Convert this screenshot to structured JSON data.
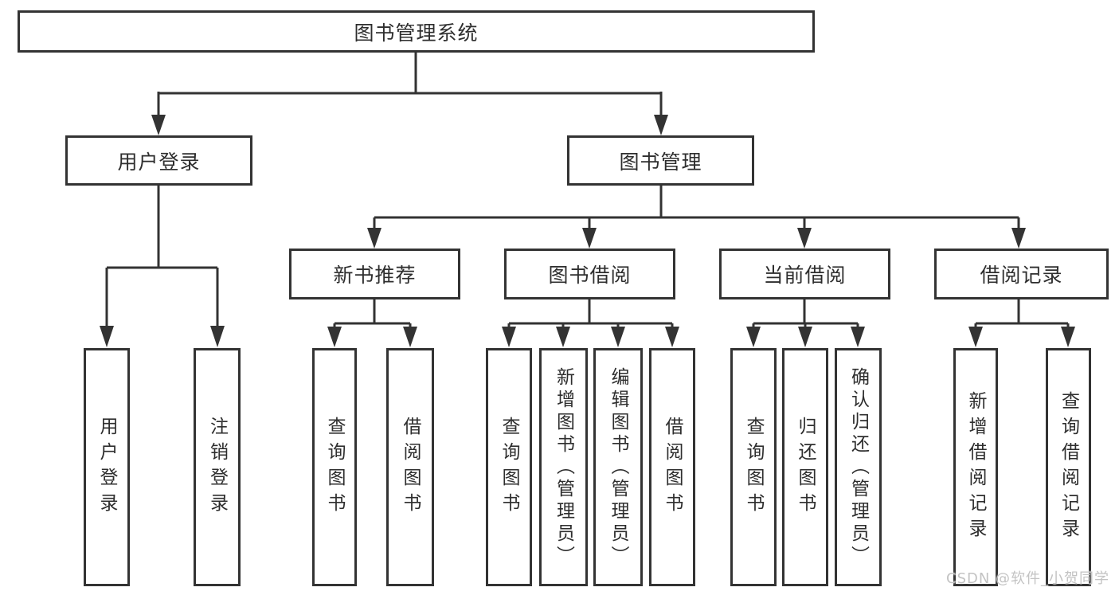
{
  "diagram": {
    "root": {
      "label": "图书管理系统"
    },
    "level2": [
      {
        "id": "user-login",
        "label": "用户登录"
      },
      {
        "id": "book-management",
        "label": "图书管理"
      }
    ],
    "level3": [
      {
        "id": "new-book-recommend",
        "label": "新书推荐",
        "parent": "book-management"
      },
      {
        "id": "book-borrowing",
        "label": "图书借阅",
        "parent": "book-management"
      },
      {
        "id": "current-borrowing",
        "label": "当前借阅",
        "parent": "book-management"
      },
      {
        "id": "borrowing-records",
        "label": "借阅记录",
        "parent": "book-management"
      }
    ],
    "leaves": [
      {
        "label": "用户登录",
        "parent": "user-login"
      },
      {
        "label": "注销登录",
        "parent": "user-login"
      },
      {
        "label": "查询图书",
        "parent": "new-book-recommend"
      },
      {
        "label": "借阅图书",
        "parent": "new-book-recommend"
      },
      {
        "label": "查询图书",
        "parent": "book-borrowing"
      },
      {
        "label": "新增图书（管理员）",
        "parent": "book-borrowing"
      },
      {
        "label": "编辑图书（管理员）",
        "parent": "book-borrowing"
      },
      {
        "label": "借阅图书",
        "parent": "book-borrowing"
      },
      {
        "label": "查询图书",
        "parent": "current-borrowing"
      },
      {
        "label": "归还图书",
        "parent": "current-borrowing"
      },
      {
        "label": "确认归还（管理员）",
        "parent": "current-borrowing"
      },
      {
        "label": "新增借阅记录",
        "parent": "borrowing-records"
      },
      {
        "label": "查询借阅记录",
        "parent": "borrowing-records"
      }
    ],
    "watermark": "CSDN @软件_小贺同学",
    "colors": {
      "line": "#333333",
      "box_border": "#333333",
      "text": "#2e2e2e",
      "background": "#ffffff",
      "watermark": "#c3c3c3"
    }
  }
}
